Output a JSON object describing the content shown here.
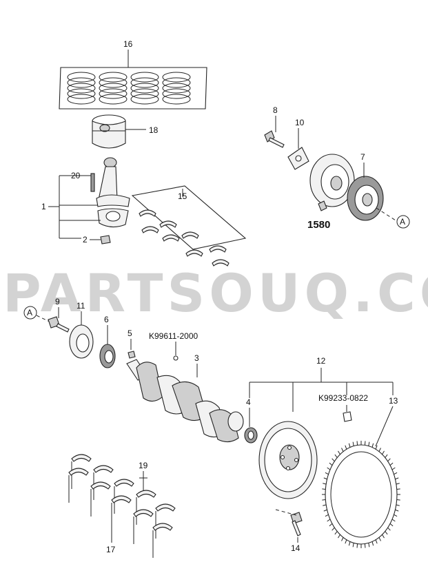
{
  "watermark": "PARTSOUQ.COM",
  "callouts": {
    "c1": "1",
    "c2": "2",
    "c3": "3",
    "c4": "4",
    "c5": "5",
    "c6": "6",
    "c7": "7",
    "c8": "8",
    "c9": "9",
    "c10": "10",
    "c11": "11",
    "c12": "12",
    "c13": "13",
    "c14": "14",
    "c15": "15",
    "c16": "16",
    "c17": "17",
    "c18": "18",
    "c19": "19",
    "c20": "20",
    "k1": "K99611-2000",
    "k2": "K99233-0822",
    "ref_a": "A",
    "fig": "1580"
  },
  "colors": {
    "line": "#222222",
    "part_fill": "#f2f2f2",
    "dark_fill": "#9a9a9a",
    "watermark": "#c8c8c8"
  }
}
